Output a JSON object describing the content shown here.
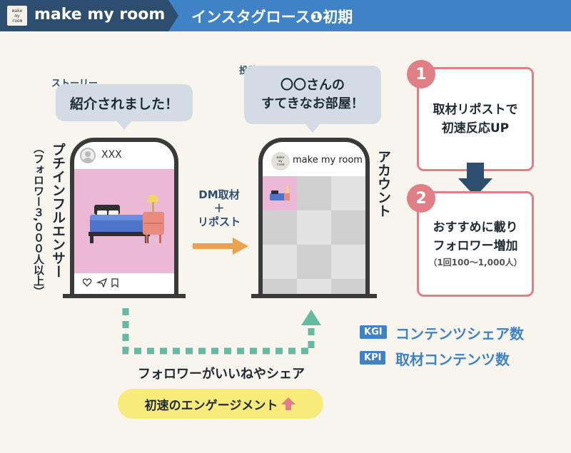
{
  "header": {
    "logo_lines": [
      "make",
      "my",
      "room"
    ],
    "brand": "make my room",
    "title": "インスタグロース❶初期"
  },
  "story": {
    "caption": "ストーリー",
    "bubble_text": "紹介されました！"
  },
  "post": {
    "caption": "投稿",
    "bubble_line1": "〇〇さんの",
    "bubble_line2": "すてきなお部屋！"
  },
  "influencer": {
    "label": "プチインフルエンサー",
    "sublabel": "（フォロワー３,０００人以上）",
    "username": "XXX"
  },
  "account": {
    "label": "アカウント",
    "username": "make my room",
    "avatar_lines": [
      "make",
      "my",
      "room"
    ]
  },
  "flow": {
    "line1": "DM取材",
    "line2": "＋",
    "line3": "リポスト"
  },
  "loop": {
    "label": "フォロワーがいいねやシェア",
    "engagement": "初速のエンゲージメント"
  },
  "steps": [
    {
      "number": "1",
      "line1": "取材リポストで",
      "line2": "初速反応UP"
    },
    {
      "number": "2",
      "line1": "おすすめに載り",
      "line2": "フォロワー増加",
      "note": "（1回100〜1,000人）"
    }
  ],
  "kpis": [
    {
      "badge": "KGI",
      "text": "コンテンツシェア数"
    },
    {
      "badge": "KPI",
      "text": "取材コンテンツ数"
    }
  ],
  "colors": {
    "header_dark": "#2d4e6f",
    "header_blue": "#3f82c6",
    "accent_pink": "#e07f86",
    "teal_dash": "#67b9a2",
    "orange_arrow": "#e9a24d",
    "yellow_pill": "#f8ea7b",
    "bubble_gray": "#d3dce4",
    "post_pink": "#ebb8d6"
  }
}
